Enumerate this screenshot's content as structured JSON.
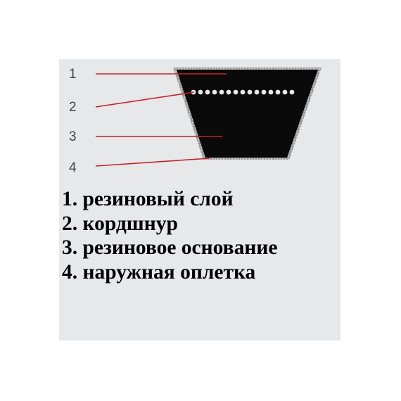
{
  "callout_numbers": [
    "1",
    "2",
    "3",
    "4"
  ],
  "legend": [
    "1. резиновый слой",
    "2. кордшнур",
    "3. резиновое основание",
    "4. наружная оплетка"
  ],
  "colors": {
    "panel_background": "#e6e8ea",
    "belt_fill": "#0a0a0a",
    "belt_border": "#8a8a8a",
    "cord_beads": "#e8e8e8",
    "leader_lines": "#c8202a"
  }
}
